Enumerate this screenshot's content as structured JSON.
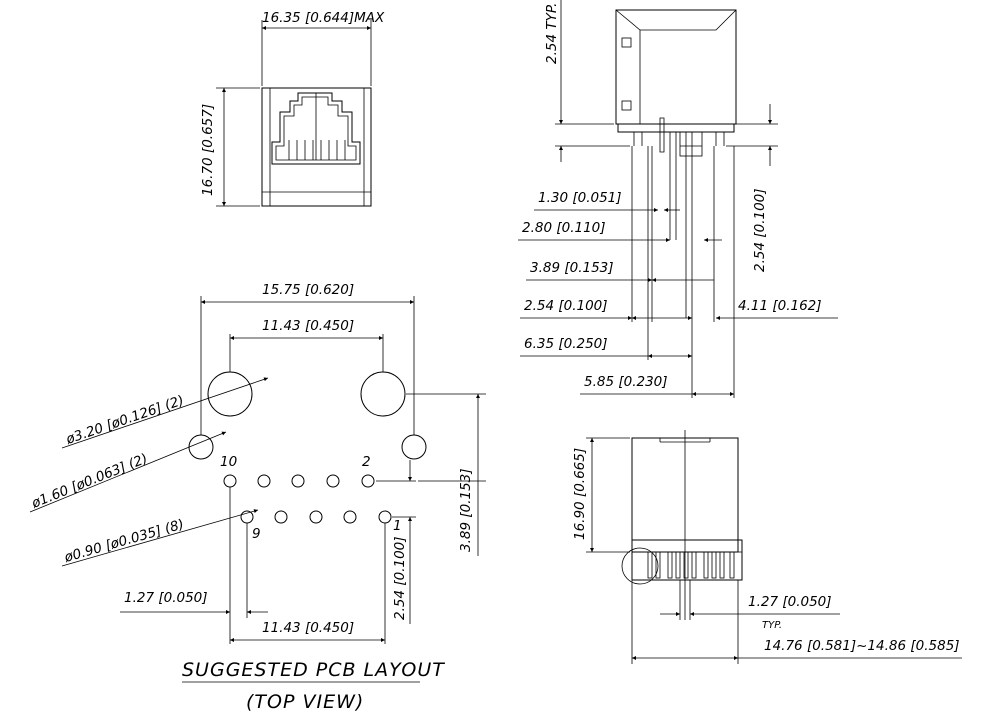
{
  "front_view": {
    "width_dim": "16.35 [0.644]MAX",
    "height_dim": "16.70 [0.657]"
  },
  "side_view": {
    "typ_dim": "2.54 TYP.",
    "d_130": "1.30 [0.051]",
    "d_280": "2.80 [0.110]",
    "d_389": "3.89 [0.153]",
    "d_254h": "2.54 [0.100]",
    "d_254v": "2.54 [0.100]",
    "d_411": "4.11 [0.162]",
    "d_635": "6.35 [0.250]",
    "d_585": "5.85 [0.230]"
  },
  "pcb_layout": {
    "width_outer": "15.75 [0.620]",
    "width_inner": "11.43 [0.450]",
    "hole_320": "ø3.20 [ø0.126] (2)",
    "hole_160": "ø1.60 [ø0.063] (2)",
    "hole_090": "ø0.90 [ø0.035] (8)",
    "pitch_127": "1.27 [0.050]",
    "pitch_254": "2.54 [0.100]",
    "offset_389": "3.89 [0.153]",
    "width_bottom": "11.43 [0.450]",
    "pin_10": "10",
    "pin_9": "9",
    "pin_2": "2",
    "pin_1": "1",
    "title": "SUGGESTED PCB LAYOUT",
    "subtitle": "(TOP VIEW)"
  },
  "bottom_view": {
    "height_dim": "16.90 [0.665]",
    "pitch_dim": "1.27 [0.050]",
    "typ": "TYP.",
    "width_range": "14.76 [0.581]~14.86 [0.585]"
  }
}
